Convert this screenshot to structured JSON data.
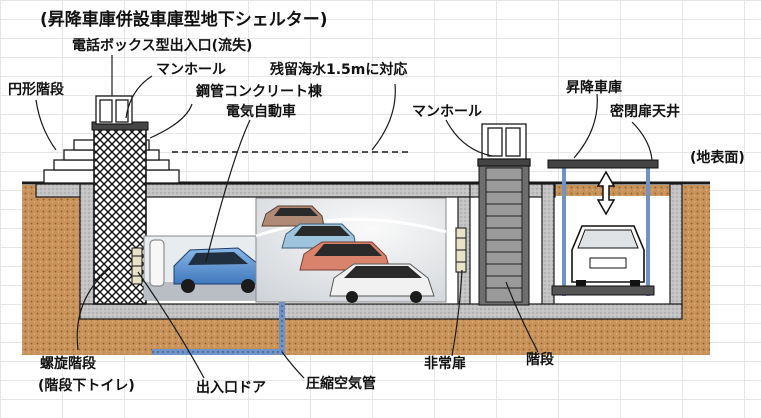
{
  "title": "(昇降車庫併設車庫型地下シェルター)",
  "labels": {
    "phone_booth_entrance": "電話ボックス型出入口(流失)",
    "manhole_left": "マンホール",
    "circular_stairs": "円形階段",
    "residual_seawater": "残留海水1.5mに対応",
    "steel_pipe_concrete": "鋼管コンクリート棟",
    "electric_car": "電気自動車",
    "manhole_right": "マンホール",
    "lift_garage": "昇降車庫",
    "sealed_door_ceiling": "密閉扉天井",
    "ground_surface": "(地表面)",
    "spiral_stairs": "螺旋階段",
    "under_stairs_toilet": "(階段下トイレ)",
    "entrance_door": "出入口ドア",
    "compressed_air_pipe": "圧縮空気管",
    "emergency_door": "非常扉",
    "stairs": "階段"
  },
  "colors": {
    "soil": "#c8935a",
    "concrete": "#c8c8c8",
    "pipe": "#6f93c6",
    "outline": "#1a1a1a"
  }
}
